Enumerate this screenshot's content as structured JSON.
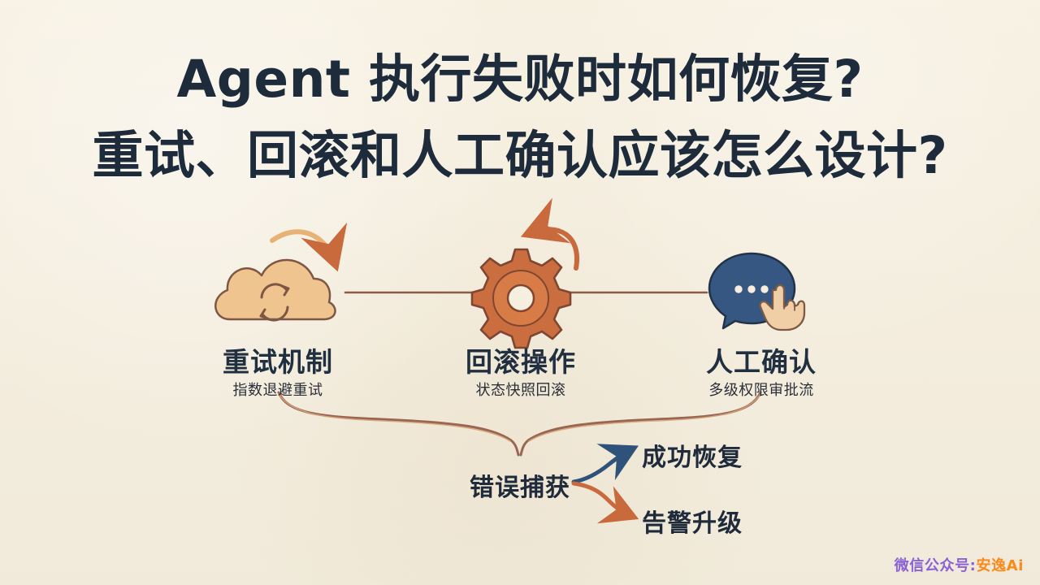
{
  "title": {
    "line1": "Agent 执行失败时如何恢复?",
    "line2": "重试、回滚和人工确认应该怎么设计?"
  },
  "nodes": [
    {
      "title": "重试机制",
      "subtitle": "指数退避重试",
      "icon": "cloud-refresh-icon"
    },
    {
      "title": "回滚操作",
      "subtitle": "状态快照回滚",
      "icon": "gear-rollback-icon"
    },
    {
      "title": "人工确认",
      "subtitle": "多级权限审批流",
      "icon": "chat-hand-icon"
    }
  ],
  "flow": {
    "origin": "错误捕获",
    "success": "成功恢复",
    "alert": "告警升级"
  },
  "watermark": {
    "prefix": "微信公众号:",
    "brand": "安逸Ai"
  },
  "colors": {
    "background": "#f6efdf",
    "title": "#1d2b3b",
    "orange": "#c96a3d",
    "light_orange": "#e7b276",
    "blue": "#2f527a",
    "watermark": "#8a62d5"
  }
}
